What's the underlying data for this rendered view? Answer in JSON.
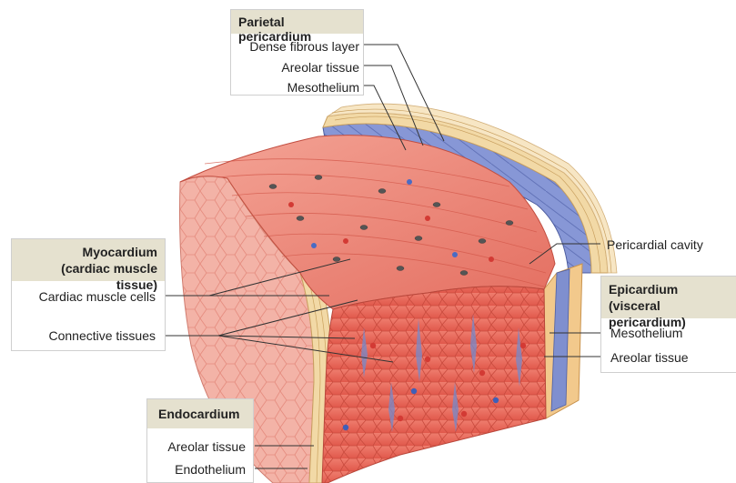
{
  "parietal_pericardium": {
    "title": "Parietal pericardium",
    "labels": [
      "Dense fibrous layer",
      "Areolar tissue",
      "Mesothelium"
    ]
  },
  "myocardium": {
    "title_line1": "Myocardium",
    "title_line2": "(cardiac muscle tissue)",
    "labels": [
      "Cardiac muscle cells",
      "Connective tissues"
    ]
  },
  "pericardial_cavity": {
    "label": "Pericardial cavity"
  },
  "epicardium": {
    "title_line1": "Epicardium",
    "title_line2": "(visceral pericardium)",
    "labels": [
      "Mesothelium",
      "Areolar tissue"
    ]
  },
  "endocardium": {
    "title": "Endocardium",
    "labels": [
      "Areolar tissue",
      "Endothelium"
    ]
  },
  "colors": {
    "header_fill": "#e5e1cf",
    "muscle": "#e8796b",
    "muscle_light": "#f3a79b",
    "connective": "#f2d9a6",
    "mesothelium": "#7e8fd0",
    "leader": "#333333"
  }
}
